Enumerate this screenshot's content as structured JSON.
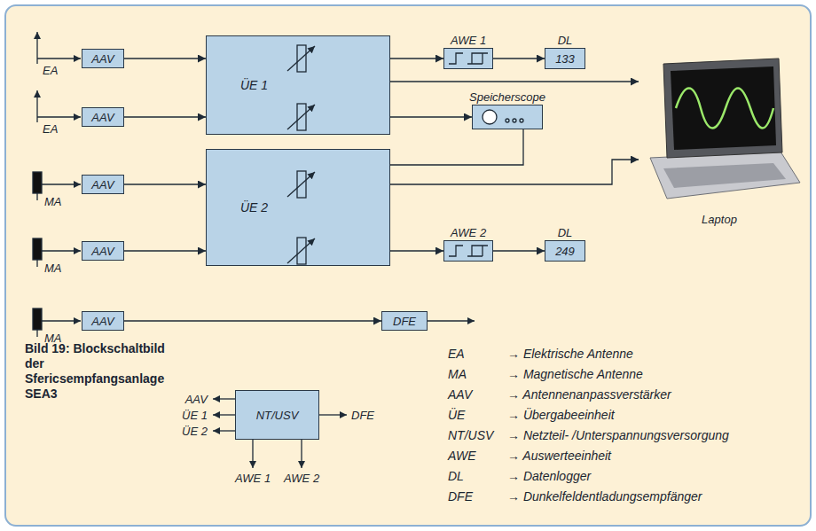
{
  "diagram": {
    "caption": "Bild 19: Blockschaltbild der Sfericsempfangsanlage SEA3",
    "nodes": [
      {
        "text": [
          "AAV"
        ]
      },
      {
        "text": [
          "AAV"
        ]
      },
      {
        "text": [
          "AAV"
        ]
      },
      {
        "text": [
          "AAV"
        ]
      },
      {
        "text": [
          "AAV"
        ]
      },
      {
        "text": [
          "ÜE 1"
        ]
      },
      {
        "text": [
          "ÜE 2"
        ]
      },
      {
        "text": [
          "AWE 1"
        ]
      },
      {
        "text": [
          "DL",
          "133"
        ]
      },
      {
        "text": [
          "Speicherscope"
        ]
      },
      {
        "text": [
          "Laptop"
        ]
      },
      {
        "text": [
          "AWE 2"
        ]
      },
      {
        "text": [
          "DL",
          "249"
        ]
      },
      {
        "text": [
          "DFE"
        ]
      },
      {
        "text": [
          "NT/USV"
        ]
      }
    ],
    "edges": [
      {
        "from": 0,
        "to": 5,
        "arrow": "to"
      },
      {
        "from": 1,
        "to": 5,
        "arrow": "to"
      },
      {
        "from": 2,
        "to": 6,
        "arrow": "to"
      },
      {
        "from": 3,
        "to": 6,
        "arrow": "to"
      },
      {
        "from": 4,
        "to": 13,
        "arrow": "to"
      },
      {
        "from": 5,
        "to": 7,
        "arrow": "to"
      },
      {
        "from": 7,
        "to": 8,
        "arrow": "to"
      },
      {
        "from": 5,
        "to": 10,
        "arrow": "to"
      },
      {
        "from": 5,
        "to": 9,
        "arrow": "to"
      },
      {
        "from": 6,
        "to": 9,
        "arrow": "none"
      },
      {
        "from": 6,
        "to": 10,
        "arrow": "to"
      },
      {
        "from": 6,
        "to": 11,
        "arrow": "to"
      },
      {
        "from": 11,
        "to": 12,
        "arrow": "to"
      }
    ],
    "labels": [
      "EA",
      "EA",
      "MA",
      "MA",
      "MA",
      "AAV",
      "ÜE 1",
      "ÜE 2",
      "DFE",
      "AWE 1",
      "AWE 2",
      "EA",
      "→ Elektrische Antenne",
      "MA",
      "→ Magnetische Antenne",
      "AAV",
      "→ Antennenanpassverstärker",
      "ÜE",
      "→ Übergabeeinheit",
      "NT/USV",
      "→ Netzteil- /Unterspannungsversorgung",
      "AWE",
      "→ Auswerteeinheit",
      "DL",
      "→ Datenlogger",
      "DFE",
      "→ Dunkelfeldentladungsempfänger"
    ]
  }
}
